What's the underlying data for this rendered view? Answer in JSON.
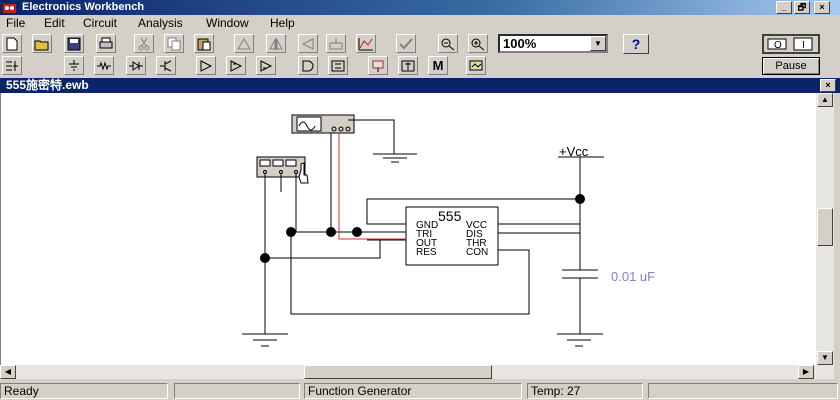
{
  "app": {
    "title": "Electronics Workbench"
  },
  "window_controls": {
    "minimize": "_",
    "restore": "🗗",
    "close": "×"
  },
  "menu": [
    {
      "label": "File"
    },
    {
      "label": "Edit"
    },
    {
      "label": "Circuit"
    },
    {
      "label": "Analysis"
    },
    {
      "label": "Window"
    },
    {
      "label": "Help"
    }
  ],
  "toolbar": {
    "zoom_value": "100%",
    "help_label": "?",
    "pause_label": "Pause"
  },
  "document": {
    "title": "555施密特.ewb"
  },
  "schematic": {
    "chip_label": "555",
    "pins_left": [
      "GND",
      "TRI",
      "OUT",
      "RES"
    ],
    "pins_right": [
      "VCC",
      "DIS",
      "THR",
      "CON"
    ],
    "supply_label": "+Vcc",
    "capacitor_label": "0.01 uF"
  },
  "status": {
    "ready": "Ready",
    "component": "Function Generator",
    "temp": "Temp:  27"
  },
  "colors": {
    "title_bar": "#0a246a",
    "probe_wire": "#e03030",
    "cap_label": "#8080d0"
  }
}
